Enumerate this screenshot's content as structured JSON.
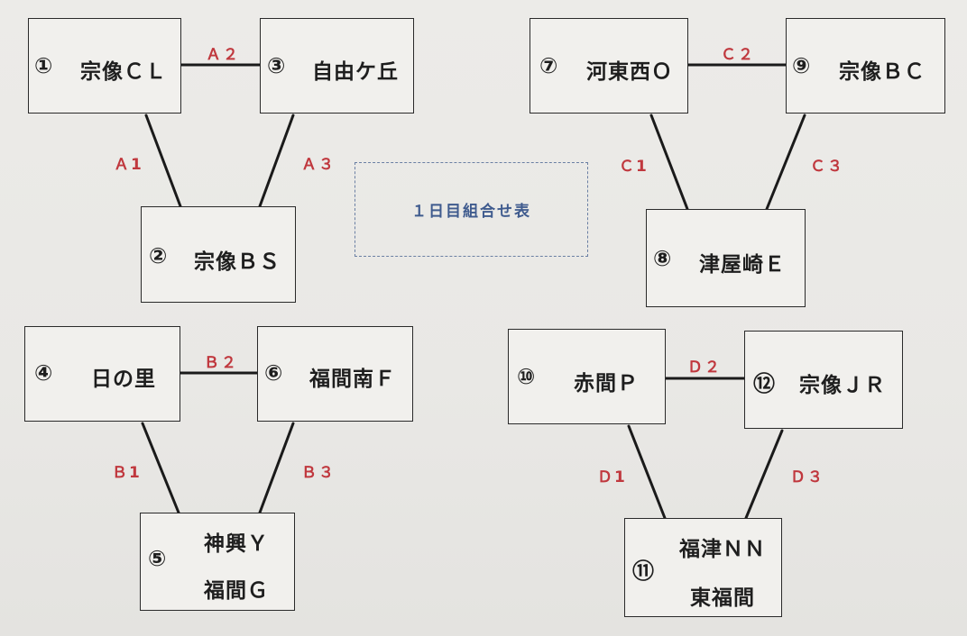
{
  "title": "１日目組合せ表",
  "boxes": {
    "b1": {
      "num": "①",
      "name": "宗像ＣＬ"
    },
    "b2": {
      "num": "②",
      "name": "宗像ＢＳ"
    },
    "b3": {
      "num": "③",
      "name": "自由ケ丘"
    },
    "b4": {
      "num": "④",
      "name": "日の里"
    },
    "b5": {
      "num": "⑤",
      "name1": "神興Ｙ",
      "name2": "福間Ｇ"
    },
    "b6": {
      "num": "⑥",
      "name": "福間南Ｆ"
    },
    "b7": {
      "num": "⑦",
      "name": "河東西Ｏ"
    },
    "b8": {
      "num": "⑧",
      "name": "津屋崎Ｅ"
    },
    "b9": {
      "num": "⑨",
      "name": "宗像ＢＣ"
    },
    "b10": {
      "num": "⑩",
      "name": "赤間Ｐ"
    },
    "b11": {
      "num": "⑪",
      "name1": "福津ＮＮ",
      "name2": "東福間"
    },
    "b12": {
      "num": "⑫",
      "name": "宗像ＪＲ"
    }
  },
  "match_labels": {
    "A1": "Ａ1",
    "A2": "Ａ２",
    "A3": "Ａ３",
    "B1": "Ｂ1",
    "B2": "Ｂ２",
    "B3": "Ｂ３",
    "C1": "Ｃ1",
    "C2": "Ｃ２",
    "C3": "Ｃ３",
    "D1": "Ｄ1",
    "D2": "Ｄ２",
    "D3": "Ｄ３"
  },
  "colors": {
    "line": "#1a1a1a",
    "label": "#c0383e",
    "title": "#3f5b8e"
  }
}
